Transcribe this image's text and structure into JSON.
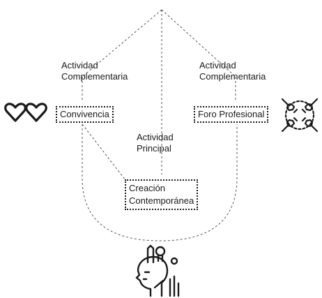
{
  "diagram": {
    "labels": {
      "left_activity_line1": "Actividad",
      "left_activity_line2": "Complementaria",
      "right_activity_line1": "Actividad",
      "right_activity_line2": "Complementaria",
      "center_activity_line1": "Actividad",
      "center_activity_line2": "Principal"
    },
    "boxes": {
      "convivencia": "Convivencia",
      "foro": "Foro Profesional",
      "creacion_line1": "Creación",
      "creacion_line2": "Contemporánea"
    },
    "icons": {
      "left": "two-hearts-icon",
      "right": "fist-bump-circle-icon",
      "bottom": "creative-mind-head-icon"
    },
    "colors": {
      "ink": "#1a1a1a",
      "background": "#ffffff"
    }
  }
}
